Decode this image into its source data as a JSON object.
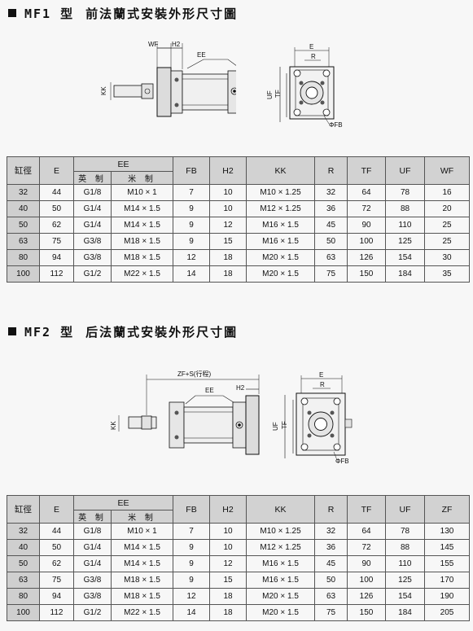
{
  "section1": {
    "model": "MF1 型",
    "title": "前法蘭式安裝外形尺寸圖",
    "labels": {
      "wf": "WF",
      "h2": "H2",
      "ee": "EE",
      "kk": "KK",
      "e": "E",
      "r": "R",
      "uf": "UF",
      "tf": "TF",
      "fb": "ΦFB"
    },
    "headers": {
      "bore": "缸徑",
      "e": "E",
      "ee": "EE",
      "ee_imperial": "英 制",
      "ee_metric": "米 制",
      "fb": "FB",
      "h2": "H2",
      "kk": "KK",
      "r": "R",
      "tf": "TF",
      "uf": "UF",
      "last": "WF"
    },
    "rows": [
      {
        "bore": "32",
        "e": "44",
        "ee1": "G1/8",
        "ee2": "M10 × 1",
        "fb": "7",
        "h2": "10",
        "kk": "M10 × 1.25",
        "r": "32",
        "tf": "64",
        "uf": "78",
        "last": "16"
      },
      {
        "bore": "40",
        "e": "50",
        "ee1": "G1/4",
        "ee2": "M14 × 1.5",
        "fb": "9",
        "h2": "10",
        "kk": "M12 × 1.25",
        "r": "36",
        "tf": "72",
        "uf": "88",
        "last": "20"
      },
      {
        "bore": "50",
        "e": "62",
        "ee1": "G1/4",
        "ee2": "M14 × 1.5",
        "fb": "9",
        "h2": "12",
        "kk": "M16 × 1.5",
        "r": "45",
        "tf": "90",
        "uf": "110",
        "last": "25"
      },
      {
        "bore": "63",
        "e": "75",
        "ee1": "G3/8",
        "ee2": "M18 × 1.5",
        "fb": "9",
        "h2": "15",
        "kk": "M16 × 1.5",
        "r": "50",
        "tf": "100",
        "uf": "125",
        "last": "25"
      },
      {
        "bore": "80",
        "e": "94",
        "ee1": "G3/8",
        "ee2": "M18 × 1.5",
        "fb": "12",
        "h2": "18",
        "kk": "M20 × 1.5",
        "r": "63",
        "tf": "126",
        "uf": "154",
        "last": "30"
      },
      {
        "bore": "100",
        "e": "112",
        "ee1": "G1/2",
        "ee2": "M22 × 1.5",
        "fb": "14",
        "h2": "18",
        "kk": "M20 × 1.5",
        "r": "75",
        "tf": "150",
        "uf": "184",
        "last": "35"
      }
    ]
  },
  "section2": {
    "model": "MF2 型",
    "title": "后法蘭式安裝外形尺寸圖",
    "labels": {
      "zf": "ZF+S(行程)",
      "h2": "H2",
      "ee": "EE",
      "kk": "KK",
      "e": "E",
      "r": "R",
      "uf": "UF",
      "tf": "TF",
      "fb": "ΦFB"
    },
    "headers": {
      "bore": "缸徑",
      "e": "E",
      "ee": "EE",
      "ee_imperial": "英 制",
      "ee_metric": "米 制",
      "fb": "FB",
      "h2": "H2",
      "kk": "KK",
      "r": "R",
      "tf": "TF",
      "uf": "UF",
      "last": "ZF"
    },
    "rows": [
      {
        "bore": "32",
        "e": "44",
        "ee1": "G1/8",
        "ee2": "M10 × 1",
        "fb": "7",
        "h2": "10",
        "kk": "M10 × 1.25",
        "r": "32",
        "tf": "64",
        "uf": "78",
        "last": "130"
      },
      {
        "bore": "40",
        "e": "50",
        "ee1": "G1/4",
        "ee2": "M14 × 1.5",
        "fb": "9",
        "h2": "10",
        "kk": "M12 × 1.25",
        "r": "36",
        "tf": "72",
        "uf": "88",
        "last": "145"
      },
      {
        "bore": "50",
        "e": "62",
        "ee1": "G1/4",
        "ee2": "M14 × 1.5",
        "fb": "9",
        "h2": "12",
        "kk": "M16 × 1.5",
        "r": "45",
        "tf": "90",
        "uf": "110",
        "last": "155"
      },
      {
        "bore": "63",
        "e": "75",
        "ee1": "G3/8",
        "ee2": "M18 × 1.5",
        "fb": "9",
        "h2": "15",
        "kk": "M16 × 1.5",
        "r": "50",
        "tf": "100",
        "uf": "125",
        "last": "170"
      },
      {
        "bore": "80",
        "e": "94",
        "ee1": "G3/8",
        "ee2": "M18 × 1.5",
        "fb": "12",
        "h2": "18",
        "kk": "M20 × 1.5",
        "r": "63",
        "tf": "126",
        "uf": "154",
        "last": "190"
      },
      {
        "bore": "100",
        "e": "112",
        "ee1": "G1/2",
        "ee2": "M22 × 1.5",
        "fb": "14",
        "h2": "18",
        "kk": "M20 × 1.5",
        "r": "75",
        "tf": "150",
        "uf": "184",
        "last": "205"
      }
    ]
  }
}
